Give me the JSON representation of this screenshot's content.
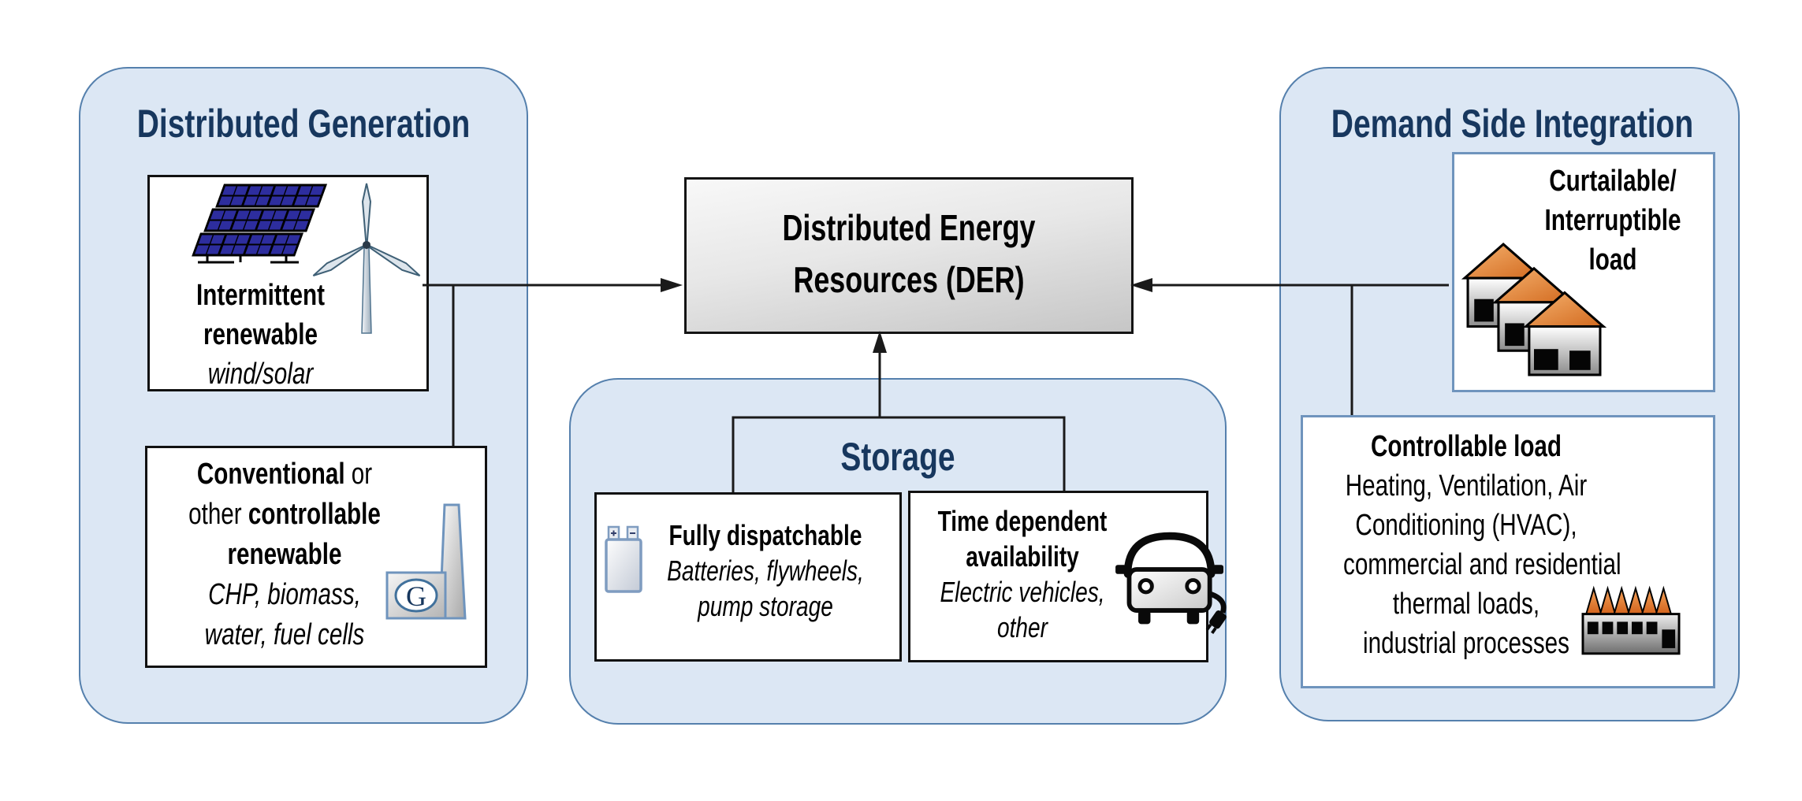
{
  "colors": {
    "navy": "#17375E",
    "groupFill": "#dce7f4",
    "groupBorder": "#5580ad",
    "boxBorderDark": "#111111",
    "boxBorderBlue": "#6f94bd",
    "lineColor": "#1a1a1a",
    "derTop": "#f8f8f8",
    "derBottom": "#c6c6c6",
    "orange": "#e2761f"
  },
  "center": {
    "line1": "Distributed Energy",
    "line2": "Resources (DER)"
  },
  "groups": {
    "dg": {
      "title": "Distributed Generation",
      "intermittent": {
        "head1": "Intermittent",
        "head2": "renewable",
        "sub": "wind/solar"
      },
      "conventional": {
        "l1_bold": "Conventional",
        "l1_rest": " or",
        "l2_rest": "other ",
        "l2_bold": "controllable",
        "l3_bold": "renewable",
        "l4_italic": "CHP, biomass,",
        "l5_italic": "water, fuel cells"
      }
    },
    "storage": {
      "title": "Storage",
      "fully_dispatchable": {
        "head": "Fully dispatchable",
        "sub1": "Batteries, flywheels,",
        "sub2": "pump storage"
      },
      "time_dependent": {
        "head1": "Time dependent",
        "head2": "availability",
        "sub1": "Electric vehicles,",
        "sub2": "other"
      }
    },
    "dsi": {
      "title": "Demand Side Integration",
      "curtailable": {
        "l1": "Curtailable/",
        "l2": "Interruptible",
        "l3": "load"
      },
      "controllable": {
        "head": "Controllable load",
        "lines": [
          "Heating, Ventilation, Air",
          "Conditioning (HVAC),",
          "commercial and residential",
          "thermal loads,",
          "industrial processes"
        ]
      }
    }
  },
  "icons": {
    "solar": "solar-panels-icon",
    "wind": "wind-turbine-icon",
    "generator": "generator-chimney-icon",
    "generator_letter": "G",
    "battery": "battery-icon",
    "ev": "electric-vehicle-plug-icon",
    "houses": "houses-icon",
    "factory": "factory-icon"
  }
}
